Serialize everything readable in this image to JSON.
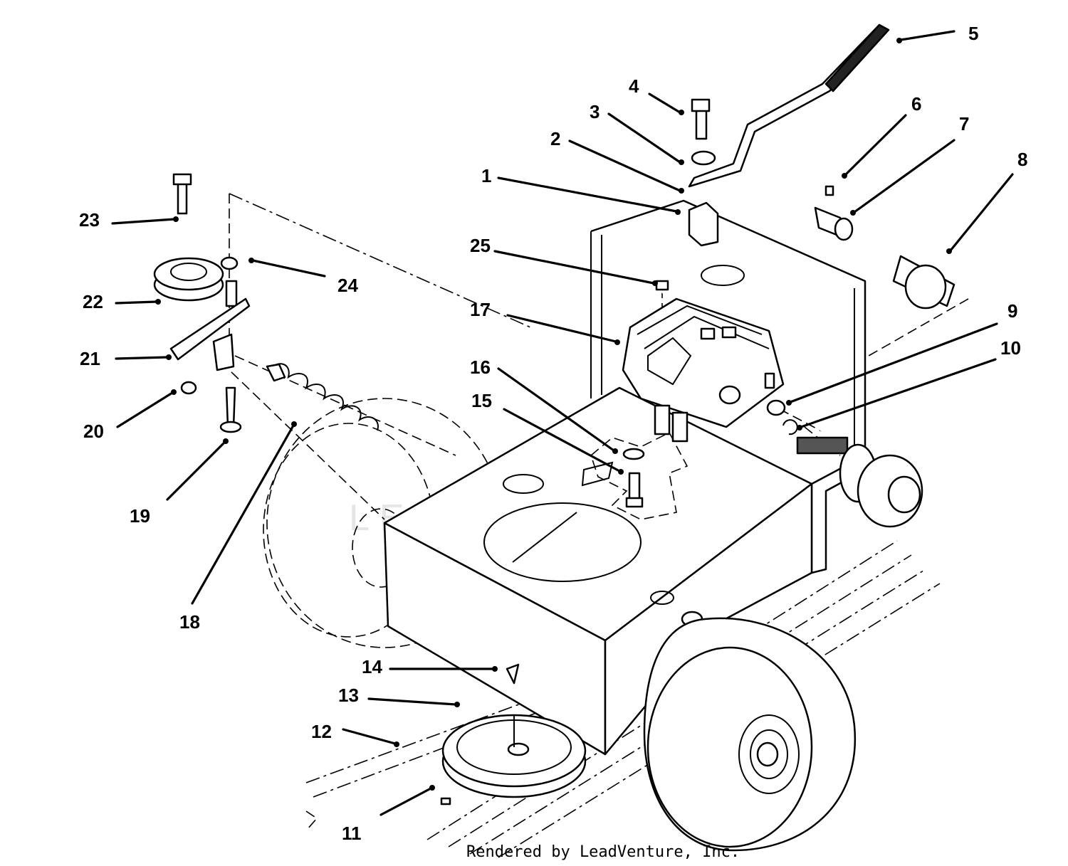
{
  "diagram": {
    "credit": "Rendered by LeadVenture, Inc.",
    "watermark": "LEADVENTURE",
    "callouts": [
      {
        "num": "1"
      },
      {
        "num": "2"
      },
      {
        "num": "3"
      },
      {
        "num": "4"
      },
      {
        "num": "5"
      },
      {
        "num": "6"
      },
      {
        "num": "7"
      },
      {
        "num": "8"
      },
      {
        "num": "9"
      },
      {
        "num": "10"
      },
      {
        "num": "11"
      },
      {
        "num": "12"
      },
      {
        "num": "13"
      },
      {
        "num": "14"
      },
      {
        "num": "15"
      },
      {
        "num": "16"
      },
      {
        "num": "17"
      },
      {
        "num": "18"
      },
      {
        "num": "19"
      },
      {
        "num": "20"
      },
      {
        "num": "21"
      },
      {
        "num": "22"
      },
      {
        "num": "23"
      },
      {
        "num": "24"
      },
      {
        "num": "25"
      }
    ]
  }
}
